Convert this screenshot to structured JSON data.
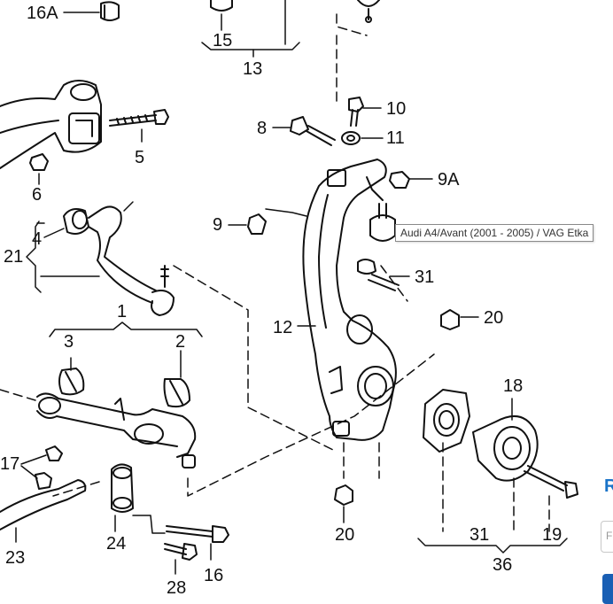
{
  "tooltip": "Audi A4/Avant (2001 - 2005) / VAG Etka",
  "labels": {
    "l16A": "16A",
    "l15": "15",
    "l13": "13",
    "l10": "10",
    "l11": "11",
    "l8": "8",
    "l5": "5",
    "l6": "6",
    "l9A": "9A",
    "l9": "9",
    "l4": "4",
    "l21": "21",
    "l31a": "31",
    "l1": "1",
    "l12": "12",
    "l20a": "20",
    "l3": "3",
    "l2": "2",
    "l18": "18",
    "l17": "17",
    "l24": "24",
    "l23": "23",
    "l16": "16",
    "l28": "28",
    "l20b": "20",
    "l31b": "31",
    "l19": "19",
    "l36": "36"
  },
  "edge": {
    "letter": "R",
    "input_placeholder": "F"
  }
}
